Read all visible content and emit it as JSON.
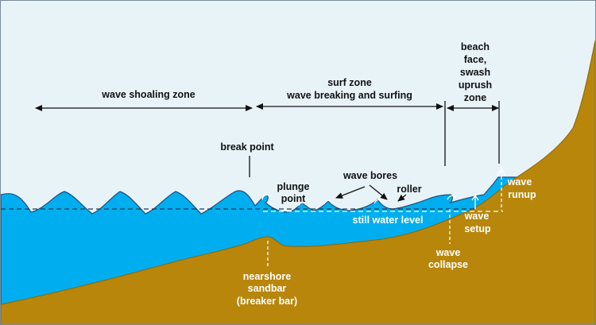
{
  "colors": {
    "sky": "#e8f3f8",
    "water": "#00aeef",
    "sand": "#b8860b",
    "outline": "#1f4e79",
    "text_dark": "#111111",
    "text_light": "#ffffff"
  },
  "zones": {
    "shoaling": "wave shoaling zone",
    "surf_line1": "surf zone",
    "surf_line2": "wave breaking and surfing",
    "beach_line1": "beach",
    "beach_line2": "face,",
    "beach_line3": "swash",
    "beach_line4": "uprush",
    "beach_line5": "zone"
  },
  "labels": {
    "break_point": "break point",
    "plunge_line1": "plunge",
    "plunge_line2": "point",
    "wave_bores": "wave bores",
    "roller": "roller",
    "still_water_level": "still water level",
    "wave_runup_line1": "wave",
    "wave_runup_line2": "runup",
    "wave_setup_line1": "wave",
    "wave_setup_line2": "setup",
    "wave_collapse_line1": "wave",
    "wave_collapse_line2": "collapse",
    "sandbar_line1": "nearshore",
    "sandbar_line2": "sandbar",
    "sandbar_line3": "(breaker bar)"
  }
}
